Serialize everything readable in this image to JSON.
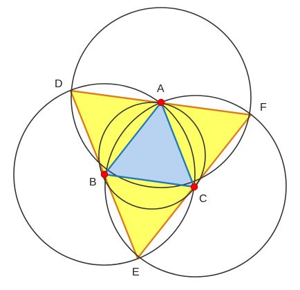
{
  "colors": {
    "circle_stroke": "#333333",
    "outer_fill": "#FFFF66",
    "outer_stroke": "#E07B1A",
    "inner_fill": "#B8D3F2",
    "inner_stroke": "#1E7AB8",
    "point_fill": "#FF0000",
    "point_stroke": "#B00000"
  },
  "labels": {
    "A": "A",
    "B": "B",
    "C": "C",
    "D": "D",
    "E": "E",
    "F": "F"
  }
}
